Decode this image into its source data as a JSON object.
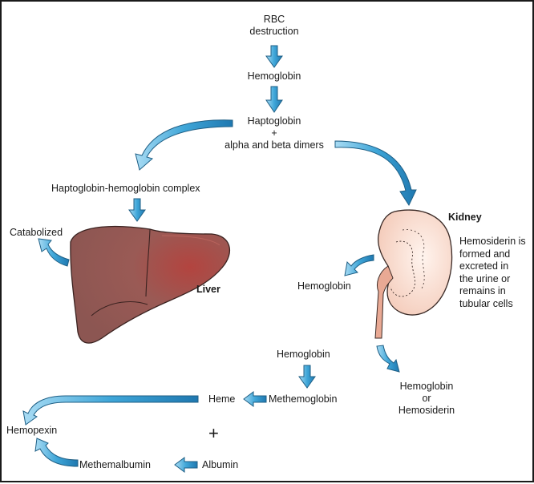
{
  "labels": {
    "rbc_line1": "RBC",
    "rbc_line2": "destruction",
    "hemoglobin_top": "Hemoglobin",
    "haptoglobin": "Haptoglobin",
    "plus_small": "+",
    "alpha_beta": "alpha and beta dimers",
    "complex": "Haptoglobin-hemoglobin complex",
    "catabolized": "Catabolized",
    "liver": "Liver",
    "kidney": "Kidney",
    "hemosiderin_note": [
      "Hemosiderin is",
      "formed and",
      "excreted in",
      "the urine or",
      "remains in",
      "tubular cells"
    ],
    "hemoglobin_kidney": "Hemoglobin",
    "hemoglobin_mid": "Hemoglobin",
    "methemoglobin": "Methemoglobin",
    "heme": "Heme",
    "hemopexin": "Hemopexin",
    "plus_big": "+",
    "methemalbumin": "Methemalbumin",
    "albumin": "Albumin",
    "urine_line1": "Hemoglobin",
    "urine_line2": "or",
    "urine_line3": "Hemosiderin"
  },
  "colors": {
    "arrow_fill": "#3fa6d8",
    "arrow_stroke": "#1f5f85",
    "liver": "#9a5a55",
    "liver_dark": "#7a3b36",
    "kidney": "#f6d9cc",
    "kidney_dark": "#e7a994"
  }
}
